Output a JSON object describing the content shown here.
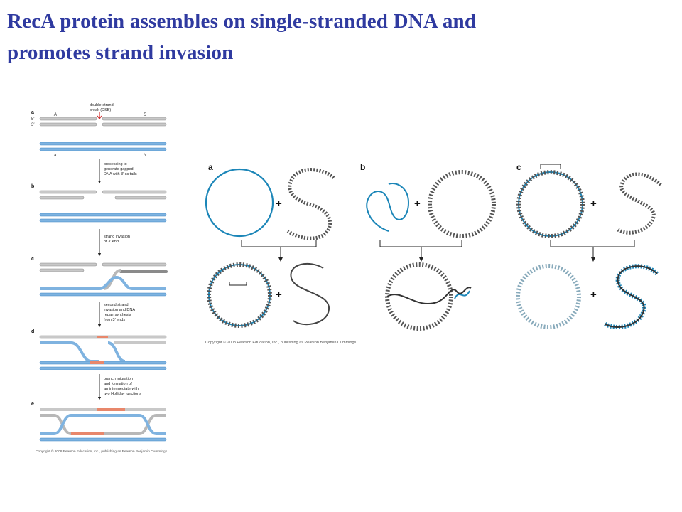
{
  "slide": {
    "title_lines": [
      "RecA protein assembles on single-stranded DNA and",
      "promotes strand invasion"
    ]
  },
  "left_figure": {
    "panels": [
      "a",
      "b",
      "c",
      "d",
      "e"
    ],
    "annotations": {
      "dsb": [
        "double-strand",
        "break (DSB)"
      ],
      "step1": [
        "processing to",
        "generate gapped",
        "DNA with 3′ ss tails"
      ],
      "step2": [
        "strand invasion",
        "of 3′ end"
      ],
      "step3": [
        "second strand",
        "invasion and DNA",
        "repair synthesis",
        "from 3′ ends"
      ],
      "step4": [
        "branch migration",
        "and formation of",
        "an intermediate with",
        "two Holliday junctions"
      ]
    },
    "end_labels": {
      "five_prime": "5′",
      "three_prime": "3′"
    },
    "allele_labels": {
      "A": "A",
      "B": "B",
      "a": "a",
      "b": "b"
    },
    "copyright": "Copyright © 2008 Pearson Education, Inc., publishing as Pearson Benjamin Cummings."
  },
  "right_figure": {
    "panels": [
      "a",
      "b",
      "c"
    ],
    "plus": "+",
    "copyright": "Copyright © 2008 Pearson Education, Inc., publishing as Pearson Benjamin Cummings."
  },
  "colors": {
    "title": "#2f3aa0",
    "gray_strand": "#c8c8c8",
    "gray_edge": "#8a8a8a",
    "blue_strand": "#7fb3e0",
    "blue_edge": "#3f86c4",
    "repair": "#e8876b",
    "ring_blue": "#1c86b8",
    "helix_dark": "#555555"
  }
}
